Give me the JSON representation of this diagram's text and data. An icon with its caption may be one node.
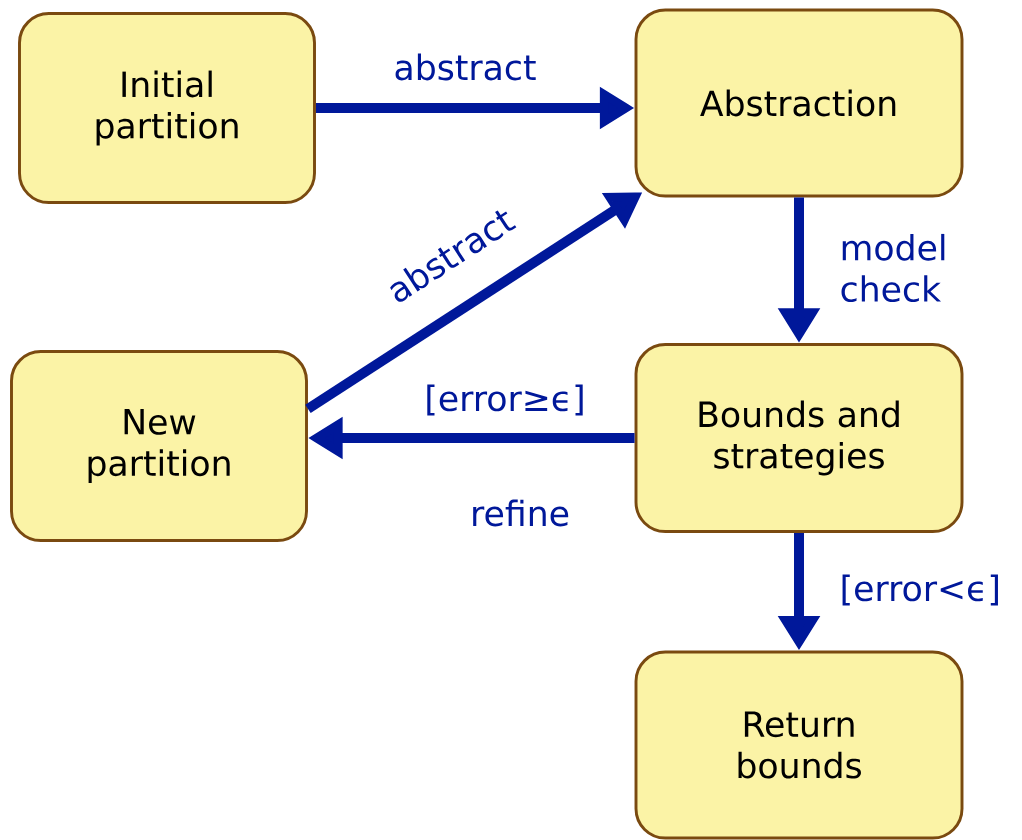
{
  "diagram": {
    "nodes": [
      {
        "text": [
          "Initial partition"
        ]
      },
      {
        "text": [
          "Abstraction"
        ]
      },
      {
        "text": [
          "New partition"
        ]
      },
      {
        "text": [
          "Bounds and strategies"
        ]
      },
      {
        "text": [
          "Return bounds"
        ]
      }
    ],
    "edges": [
      {
        "from": 0,
        "to": 1,
        "arrow": "to",
        "label": "abstract"
      },
      {
        "from": 1,
        "to": 3,
        "arrow": "to",
        "label": "model check"
      },
      {
        "from": 3,
        "to": 2,
        "arrow": "to",
        "label": "[error≥ϵ]"
      },
      {
        "from": 2,
        "to": 1,
        "arrow": "to",
        "label": "abstract"
      },
      {
        "from": 3,
        "to": 4,
        "arrow": "to",
        "label": "[error<ϵ]"
      }
    ],
    "labels": [
      "refine"
    ]
  }
}
